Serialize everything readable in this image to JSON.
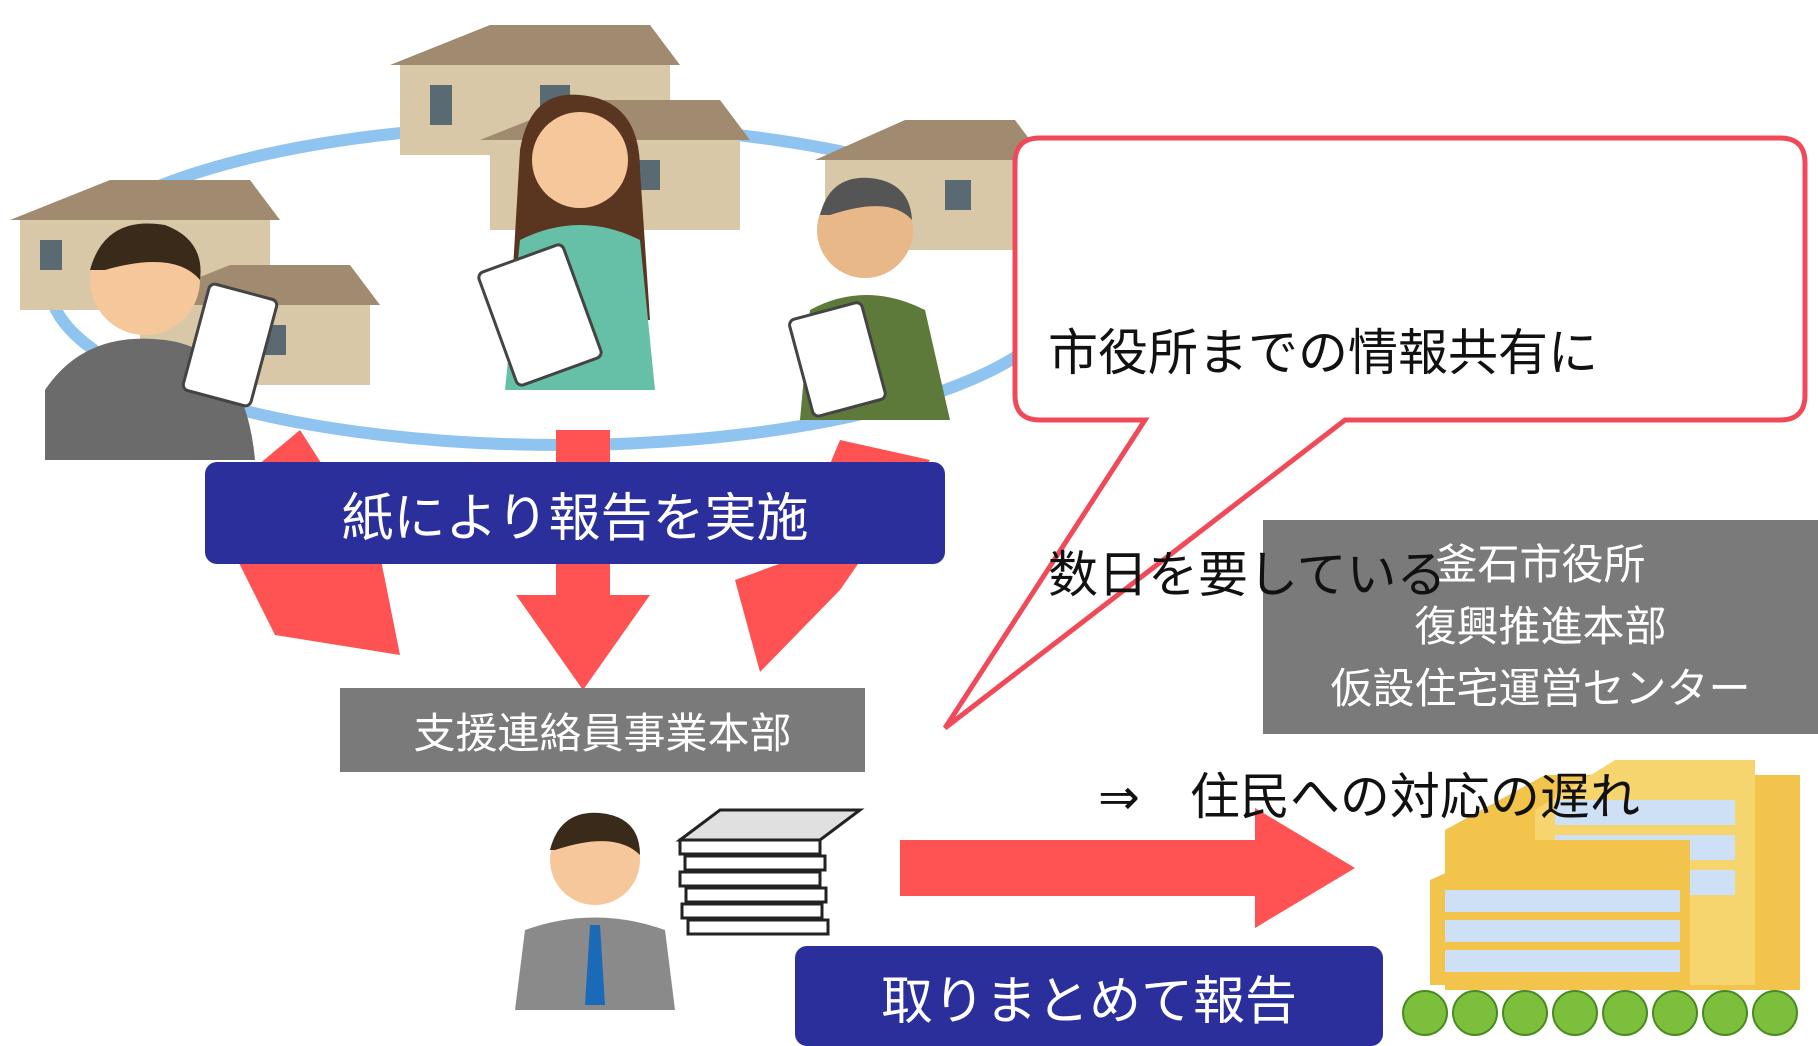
{
  "labels": {
    "paper_report": "紙により報告を実施",
    "hq": "支援連絡員事業本部",
    "compile_report": "取りまとめて報告",
    "office": [
      "釜石市役所",
      "復興推進本部",
      "仮設住宅運営センター"
    ]
  },
  "bubble": {
    "lines": [
      "市役所までの情報共有に",
      "数日を要している",
      "　⇒　住民への対応の遅れ"
    ]
  },
  "colors": {
    "arrow": "#ff5252",
    "label_blue": "#2b2f9b",
    "label_gray": "#7a7a7a",
    "ring": "#8fc4f0",
    "bubble_border": "#f04a5a",
    "house": "#d8c8a8",
    "building": "#f2c44c"
  }
}
